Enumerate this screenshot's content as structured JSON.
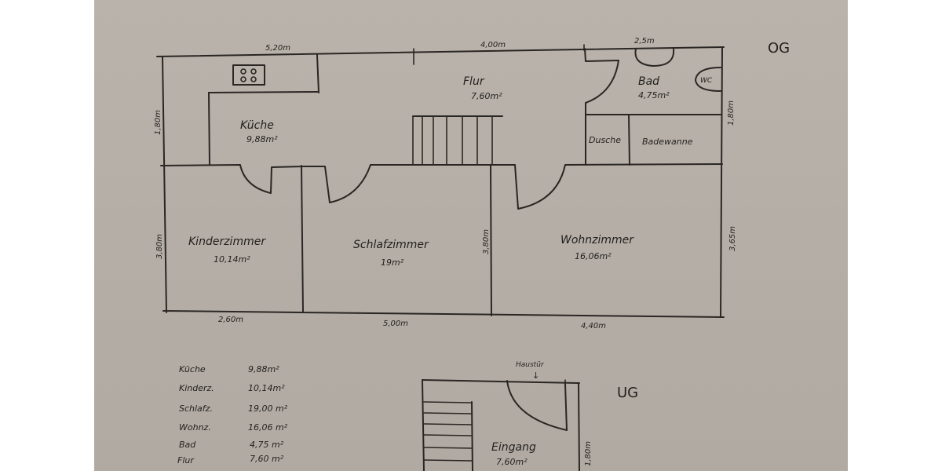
{
  "document": {
    "type": "hand-drawn floor plan photo",
    "paper_color": "#b4aea6",
    "ink_color": "#2a2623"
  },
  "og": {
    "floor_label": "OG",
    "dimensions": {
      "top_left": "5,20m",
      "top_middle": "4,00m",
      "top_right": "2,5m",
      "left_upper": "1,80m",
      "left_lower": "3,80m",
      "right_upper": "1,80m",
      "right_lower": "3,65m",
      "middle_vertical": "3,80m",
      "bottom_left": "2,60m",
      "bottom_middle": "5,00m",
      "bottom_right": "4,40m"
    },
    "rooms": {
      "kueche": {
        "name": "Küche",
        "area": "9,88m²"
      },
      "flur": {
        "name": "Flur",
        "area": "7,60m²"
      },
      "bad": {
        "name": "Bad",
        "area": "4,75m²"
      },
      "wc": {
        "name": "WC"
      },
      "dusche": {
        "name": "Dusche"
      },
      "badewanne": {
        "name": "Badewanne"
      },
      "kinderzimmer": {
        "name": "Kinderzimmer",
        "area": "10,14m²"
      },
      "schlafzimmer": {
        "name": "Schlafzimmer",
        "area": "19m²"
      },
      "wohnzimmer": {
        "name": "Wohnzimmer",
        "area": "16,06m²"
      }
    }
  },
  "area_list": [
    {
      "name": "Küche",
      "area": "9,88m²"
    },
    {
      "name": "Kinderz.",
      "area": "10,14m²"
    },
    {
      "name": "Schlafz.",
      "area": "19,00 m²"
    },
    {
      "name": "Wohnz.",
      "area": "16,06 m²"
    },
    {
      "name": "Bad",
      "area": "4,75 m²"
    },
    {
      "name": "Flur",
      "area": "7,60 m²"
    }
  ],
  "ug": {
    "floor_label": "UG",
    "door_label": "Haustür",
    "door_arrow": "↓",
    "rooms": {
      "eingang": {
        "name": "Eingang",
        "area": "7,60m²"
      }
    },
    "dimensions": {
      "right": "1,80m"
    }
  }
}
